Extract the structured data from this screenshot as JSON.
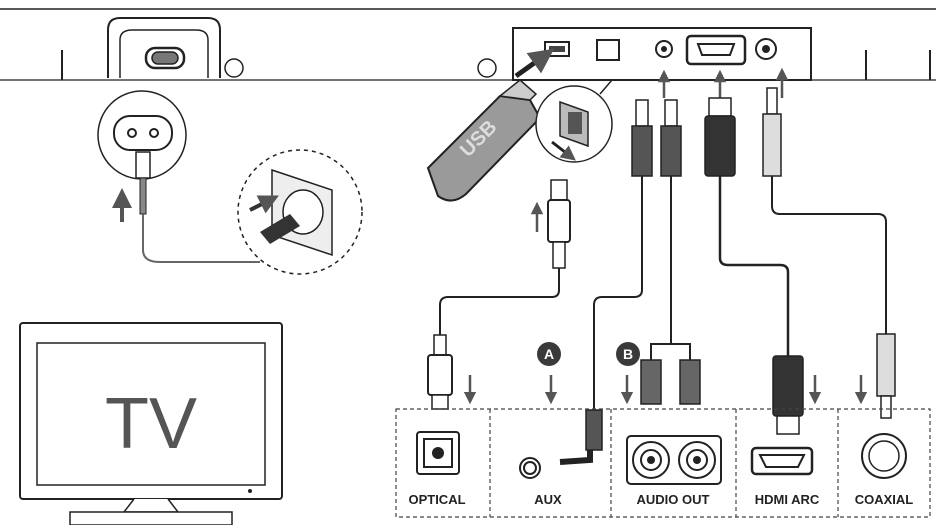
{
  "ports": {
    "optical": "OPTICAL",
    "aux": "AUX",
    "audio_out": "AUDIO OUT",
    "hdmi_arc": "HDMI ARC",
    "coaxial": "COAXIAL"
  },
  "badges": {
    "a": "A",
    "b": "B"
  },
  "tv_label": "TV",
  "usb_label": "USB",
  "colors": {
    "line": "#1a1a1a",
    "grey": "#8a8a8a",
    "badge": "#3a3a3a",
    "cable_dark": "#2b2b2b"
  },
  "icons": [
    "power-socket-icon",
    "wall-outlet-icon",
    "usb-stick-icon",
    "optical-connector-icon",
    "hdmi-connector-icon",
    "rca-connector-icon",
    "aux-jack-icon",
    "arrow-up-icon",
    "arrow-down-icon"
  ]
}
